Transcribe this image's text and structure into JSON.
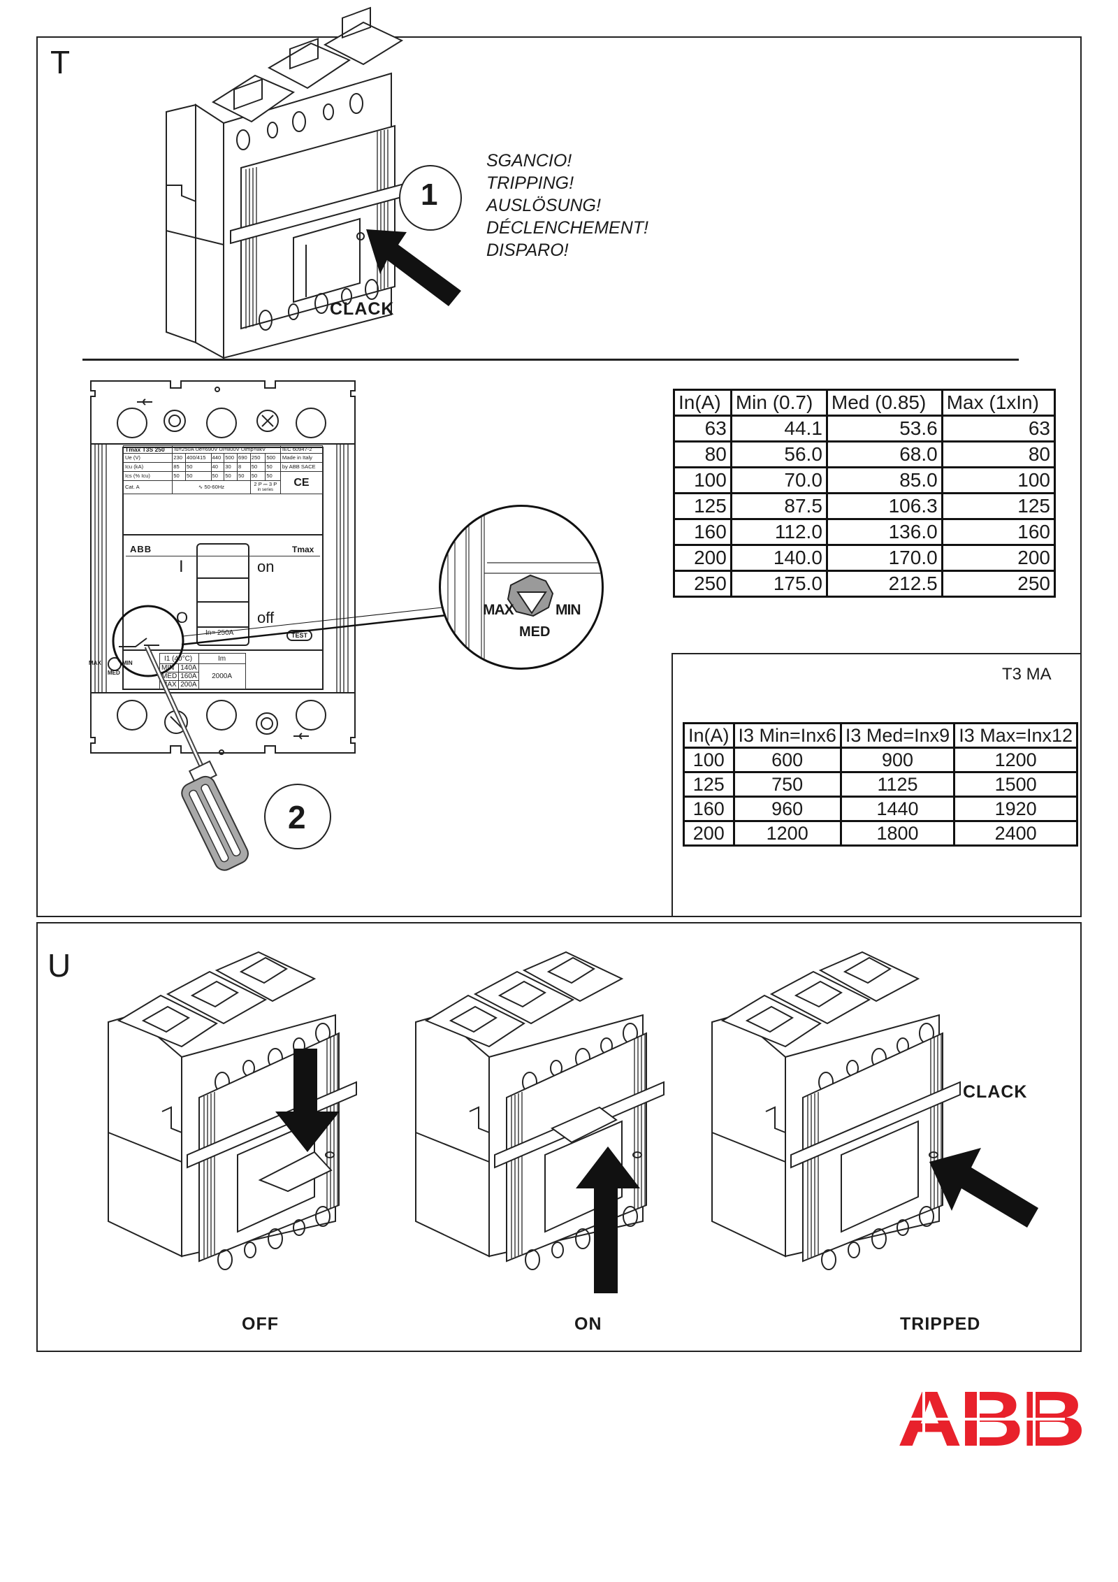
{
  "section_t": {
    "letter": "T",
    "step1": {
      "number": "1",
      "sound": "CLACK",
      "tripping_messages": [
        "SGANCIO!",
        "TRIPPING!",
        "AUSLÖSUNG!",
        "DÉCLENCHEMENT!",
        "DISPARO!"
      ]
    },
    "step2": {
      "number": "2"
    },
    "front_panel": {
      "rating_plate": {
        "model": "Tmax  T3S 250",
        "ratings": "Iu=250A  Ue=690V  Ui=800V  Uimp=8kV",
        "standard": "IEC 60947-2",
        "row_labels": [
          "Ue   (V)",
          "Icu   (kA)",
          "Ics   (% Icu)",
          "Cat. A"
        ],
        "ue_values": [
          "230",
          "400/415",
          "440",
          "500",
          "690",
          "250",
          "500"
        ],
        "icu_values": [
          "85",
          "50",
          "40",
          "30",
          "8",
          "50",
          "50"
        ],
        "ics_values": [
          "50",
          "50",
          "50",
          "50",
          "50",
          "50",
          "50"
        ],
        "frequency": "50-60Hz",
        "dc_note": "2 P ⎓ 3 P",
        "dc_note_sub": "in series",
        "made_in_1": "Made in Italy",
        "made_in_2": "by ABB SACE",
        "ce_mark": "CE"
      },
      "brand": "ABB",
      "series": "Tmax",
      "on_symbol": "I",
      "on_label": "on",
      "off_symbol": "O",
      "off_label": "off",
      "in_rating": "In= 250A",
      "test_label": "TEST",
      "dial_labels": {
        "max": "MAX",
        "min": "MIN",
        "med": "MED"
      },
      "i1_table": {
        "header_i1": "I1 (40°C)",
        "header_im": "Im",
        "rows": [
          [
            "MIN",
            "140A"
          ],
          [
            "MED",
            "160A"
          ],
          [
            "MAX",
            "200A"
          ]
        ],
        "im_value": "2000A"
      }
    },
    "zoom_dial": {
      "max": "MAX",
      "min": "MIN",
      "med": "MED"
    },
    "thermal_table": {
      "headers": [
        "In(A)",
        "Min (0.7)",
        "Med (0.85)",
        "Max (1xIn)"
      ],
      "rows": [
        [
          "63",
          "44.1",
          "53.6",
          "63"
        ],
        [
          "80",
          "56.0",
          "68.0",
          "80"
        ],
        [
          "100",
          "70.0",
          "85.0",
          "100"
        ],
        [
          "125",
          "87.5",
          "106.3",
          "125"
        ],
        [
          "160",
          "112.0",
          "136.0",
          "160"
        ],
        [
          "200",
          "140.0",
          "170.0",
          "200"
        ],
        [
          "250",
          "175.0",
          "212.5",
          "250"
        ]
      ]
    },
    "magnetic_panel": {
      "title": "T3 MA",
      "headers": [
        "In(A)",
        "I3 Min=Inx6",
        "I3 Med=Inx9",
        "I3 Max=Inx12"
      ],
      "rows": [
        [
          "100",
          "600",
          "900",
          "1200"
        ],
        [
          "125",
          "750",
          "1125",
          "1500"
        ],
        [
          "160",
          "960",
          "1440",
          "1920"
        ],
        [
          "200",
          "1200",
          "1800",
          "2400"
        ]
      ]
    }
  },
  "section_u": {
    "letter": "U",
    "states": [
      {
        "label": "OFF"
      },
      {
        "label": "ON"
      },
      {
        "label": "TRIPPED",
        "sound": "CLACK"
      }
    ]
  },
  "logo": {
    "text": "ABB",
    "color": "#e8212b"
  }
}
